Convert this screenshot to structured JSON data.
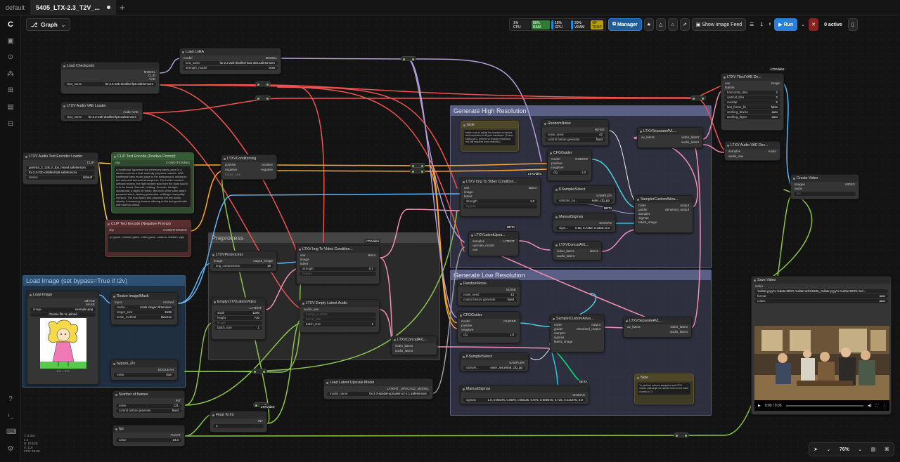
{
  "tabs": {
    "default": "default",
    "active": "5405_LTX-2.3_T2V_...",
    "plus": "+"
  },
  "graph_label": "Graph",
  "topbar": {
    "cpu_label": "CPU",
    "cpu_val": "1%",
    "ram_label": "RAM",
    "ram_val": "80%",
    "gpu_label": "GPU",
    "gpu_val": "16%",
    "vram_label": "VRAM",
    "vram_val": "20%",
    "temp_label": "TEMP",
    "temp_val": "49°",
    "manager": "Manager",
    "show_feed": "Show Image Feed",
    "batch": "1",
    "run": "Run",
    "active": "0 active"
  },
  "groups": {
    "high_res": "Generate High Resolution",
    "low_res": "Generate Low Resolution",
    "preprocess": "Preprocess",
    "load_image": "Load Image (set bypass=True if t2v)"
  },
  "nodes": {
    "load_checkpoint": {
      "title": "Load Checkpoint",
      "model": "MODEL",
      "clip": "CLIP",
      "vae": "VAE",
      "ckpt_label": "ckpt_name",
      "ckpt_val": "ltx-2.3-22b-distilled-fp8.safetensors"
    },
    "load_lora": {
      "title": "Load LoRA",
      "model_in": "model",
      "model_out": "MODEL",
      "lora_label": "lora_name",
      "lora_val": "ltx-2.3-22b-distilled-lora-384.safetensors",
      "strength_label": "strength_model",
      "strength_val": "0.50"
    },
    "audio_vae": {
      "title": "LTXV Audio VAE Loader",
      "out": "Audio VAE",
      "ckpt_label": "ckpt_name",
      "ckpt_val": "ltx-2.3-22b-distilled-fp8.safetensors"
    },
    "text_encoder": {
      "title": "LTXV Audio Text Encoder Loader",
      "clip": "CLIP",
      "w1": "gemma_3_12B_it_fp4_mixed.safetensors",
      "w2": "ltx-2.3-22b-distilled-fp8.safetensors",
      "device_label": "device",
      "device_val": "default"
    },
    "clip_pos": {
      "title": "CLIP Text Encode (Positive Prompt)",
      "clip": "clip",
      "cond": "CONDITIONING",
      "text": "A traditional Japanese tea ceremony takes place in a tatami room as a host carefully prepares matcha. With traditional bass music plays in the background, adding to the calm and focused atmosphere. The host's wooden delicate motion, the light steam rises from the bowl sound is to be found. Smooth, nothing. Smooth, the light occasional, a slight of ribbon, the lines of the calm water, peaceful silent, seeking perfection, shifting in tranquility crimson. The host fades and prepares the tea bowls, silently. A steaming hostess offering to the first guest with soft bamboo whisk."
    },
    "clip_neg": {
      "title": "CLIP Text Encode (Negative Prompt)",
      "clip": "clip",
      "cond": "CONDITIONING",
      "text": "pc game, console game, video game, cartoon, childish, ugly"
    },
    "conditioning": {
      "title": "LTXVConditioning",
      "pos_in": "positive",
      "neg_in": "negative",
      "pos_out": "positive",
      "neg_out": "negative",
      "fr": "frame_rate"
    },
    "load_image": {
      "title": "Load Image",
      "mask": "MASK",
      "image_out": "IMAGE",
      "img_label": "image",
      "img_val": "example.png",
      "upload": "choose file to upload",
      "dims": "512 × 512"
    },
    "resize": {
      "title": "Resize Image/Mask",
      "input": "input",
      "resized": "resized",
      "r1l": "resize...",
      "r1v": "scale longer dimension",
      "r2l": "longer_size",
      "r2v": "1536",
      "r3l": "scale_method",
      "r3v": "lanczos"
    },
    "bypass": {
      "title": "bypass_i2v",
      "out": "BOOLEAN",
      "label": "value",
      "val": "true"
    },
    "num_frames": {
      "title": "Number of frames",
      "out": "INT",
      "label": "value",
      "val": "121",
      "ctrl_label": "control before generate",
      "ctrl_val": "fixed"
    },
    "fps": {
      "title": "fps",
      "out": "FLOAT",
      "label": "value",
      "val": "24.0"
    },
    "float_to_int": {
      "title": "Float To Int",
      "in": "a",
      "out": "INT",
      "tag": "LTXVideo"
    },
    "preprocess": {
      "title": "LTXVPreprocess",
      "image": "image",
      "out": "output_image",
      "label": "img_compression",
      "val": "18"
    },
    "empty_latent": {
      "title": "EmptyLTXVLatentVideo",
      "out": "LATENT",
      "wl": "width",
      "wv": "1280",
      "hl": "height",
      "hv": "720",
      "ll": "length",
      "bl": "batch_size",
      "bv": "1"
    },
    "img_to_video_lo": {
      "title": "LTXV Img To Video Condition...",
      "vae": "vae",
      "image": "image",
      "latent": "latent",
      "out": "latent",
      "sl": "strength",
      "sv": "0.7",
      "bypass": "bypass",
      "tag": "LTXVideo"
    },
    "empty_audio": {
      "title": "LTXV Empty Latent Audio",
      "vae": "audio_vae",
      "fn": "frames_number",
      "fr": "frame_rate",
      "bl": "batch_size",
      "bv": "1"
    },
    "concat_lo": {
      "title": "LTXVConcatAVL...",
      "v": "video_latent",
      "a": "audio_latent"
    },
    "upscale_model": {
      "title": "Load Latent Upscale Model",
      "out": "LATENT_UPSCALE_MODEL",
      "label": "model_name",
      "val": "ltx-2.3-spatial-upscaler-x2-1.1.safetensors"
    },
    "note_hi": {
      "title": "Note",
      "text": "Make sure to adjust the number of frames and resolution to fit your hardware. (These sliding ACL presets to change resolution, but still requires more memory)"
    },
    "note_lo": {
      "title": "Note",
      "text": "To perform various samplers and CFG values (although we advise them to be used closely to T)"
    },
    "random_noise_hi": {
      "title": "RandomNoise",
      "out": "NOISE",
      "nl": "noise_seed",
      "nv": "42",
      "cl": "control before generate",
      "cv": "fixed"
    },
    "cfg_hi": {
      "title": "CFGGuider",
      "model": "model",
      "pos": "positive",
      "neg": "negative",
      "out": "GUIDER",
      "cl": "cfg",
      "cv": "1.0"
    },
    "img_to_video_hi": {
      "title": "LTXV Img To Video Condition...",
      "vae": "vae",
      "image": "image",
      "latent": "latent",
      "out": "latent",
      "sl": "strength",
      "sv": "1.0",
      "bypass": "bypass",
      "tag": "LTXVideo"
    },
    "ksampler_hi": {
      "title": "KSamplerSelect",
      "out": "SAMPLER",
      "label": "sampler_na...",
      "val": "euler_cfg_pp"
    },
    "manual_sigmas_hi": {
      "title": "ManualSigmas",
      "out": "SIGMAS",
      "label": "sigm...",
      "val": "0.85, 0.7250, 0.4219, 0.0"
    },
    "latent_upsc": {
      "title": "LTXVLatentUpsa...",
      "samples": "samples",
      "model": "upscale_model",
      "vae": "vae",
      "out": "LATENT",
      "tag": "BETA"
    },
    "concat_hi": {
      "title": "LTXVConcatAVL...",
      "v": "video_latent",
      "a": "audio_latent",
      "out": "latent"
    },
    "sampler_custom_hi": {
      "title": "SamplerCustomAdva...",
      "noise": "noise",
      "guider": "guider",
      "sampler": "sampler",
      "sigmas": "sigmas",
      "latent": "latent_image",
      "out": "output",
      "den": "denoised_output",
      "tag": "BETA"
    },
    "separate_hi": {
      "title": "LTXVSeparateAVL...",
      "in": "av_latent",
      "v": "video_latent",
      "a": "audio_latent"
    },
    "tiled_vae": {
      "title": "LTXV Tiled VAE De...",
      "vae": "vae",
      "latents": "latents",
      "out": "image",
      "w1l": "horizontal_tiles",
      "w1v": "2",
      "w2l": "vertical_tiles",
      "w2v": "2",
      "w3l": "overlap",
      "w3v": "6",
      "w4l": "last_frame_fix",
      "w4v": "false",
      "w5l": "working_device",
      "w5v": "auto",
      "w6l": "working_dtype",
      "w6v": "auto",
      "tag": "LTXVideo"
    },
    "audio_vae_dec": {
      "title": "LTXV Audio VAE Dec...",
      "samples": "samples",
      "vae": "audio_vae",
      "out": "Audio"
    },
    "create_video": {
      "title": "Create Video",
      "images": "images",
      "audio": "audio",
      "fps": "fps",
      "out": "VIDEO"
    },
    "save_video": {
      "title": "Save Video",
      "video": "video",
      "fp": "%date:yyyy%-%date:MM%-%date:dd%/5405_%date:yyyy%-%date:MM%-%d...",
      "fmt_l": "format",
      "fmt_v": "auto",
      "codec_l": "codec",
      "codec_v": "auto",
      "time": "0:00 / 0:05"
    },
    "random_noise_lo": {
      "title": "RandomNoise",
      "out": "NOISE",
      "nl": "noise_seed",
      "nv": "43",
      "cl": "control before generate",
      "cv": "fixed"
    },
    "cfg_lo": {
      "title": "CFGGuider",
      "model": "model",
      "pos": "positive",
      "neg": "negative",
      "out": "GUIDER",
      "cl": "cfg",
      "cv": "1.0"
    },
    "sampler_custom_lo": {
      "title": "SamplerCustomAdva...",
      "noise": "noise",
      "guider": "guider",
      "sampler": "sampler",
      "sigmas": "sigmas",
      "latent": "latent_image",
      "out": "output",
      "den": "denoised_output",
      "tag": "BETA"
    },
    "separate_lo": {
      "title": "LTXVSeparateAVL...",
      "in": "av_latent",
      "v": "video_latent",
      "a": "audio_latent"
    },
    "ksampler_lo": {
      "title": "KSamplerSelect",
      "out": "SAMPLER",
      "label": "sample...",
      "val": "euler_ancestral_cfg_pp"
    },
    "manual_sigmas_lo": {
      "title": "ManualSigmas",
      "out": "SIGMAS",
      "label": "sigmas",
      "val": "1.0, 0.99375, 0.9875, 0.98125, 0.975, 0.909375, 0.725, 0.421875, 0.0"
    }
  },
  "zoom": {
    "val": "76%"
  },
  "stats": {
    "l1": "T: 0.00s",
    "l2": "I: 0",
    "l3": "N: 53 [53]",
    "l4": "V: 110",
    "l5": "FPS: 59.88"
  }
}
